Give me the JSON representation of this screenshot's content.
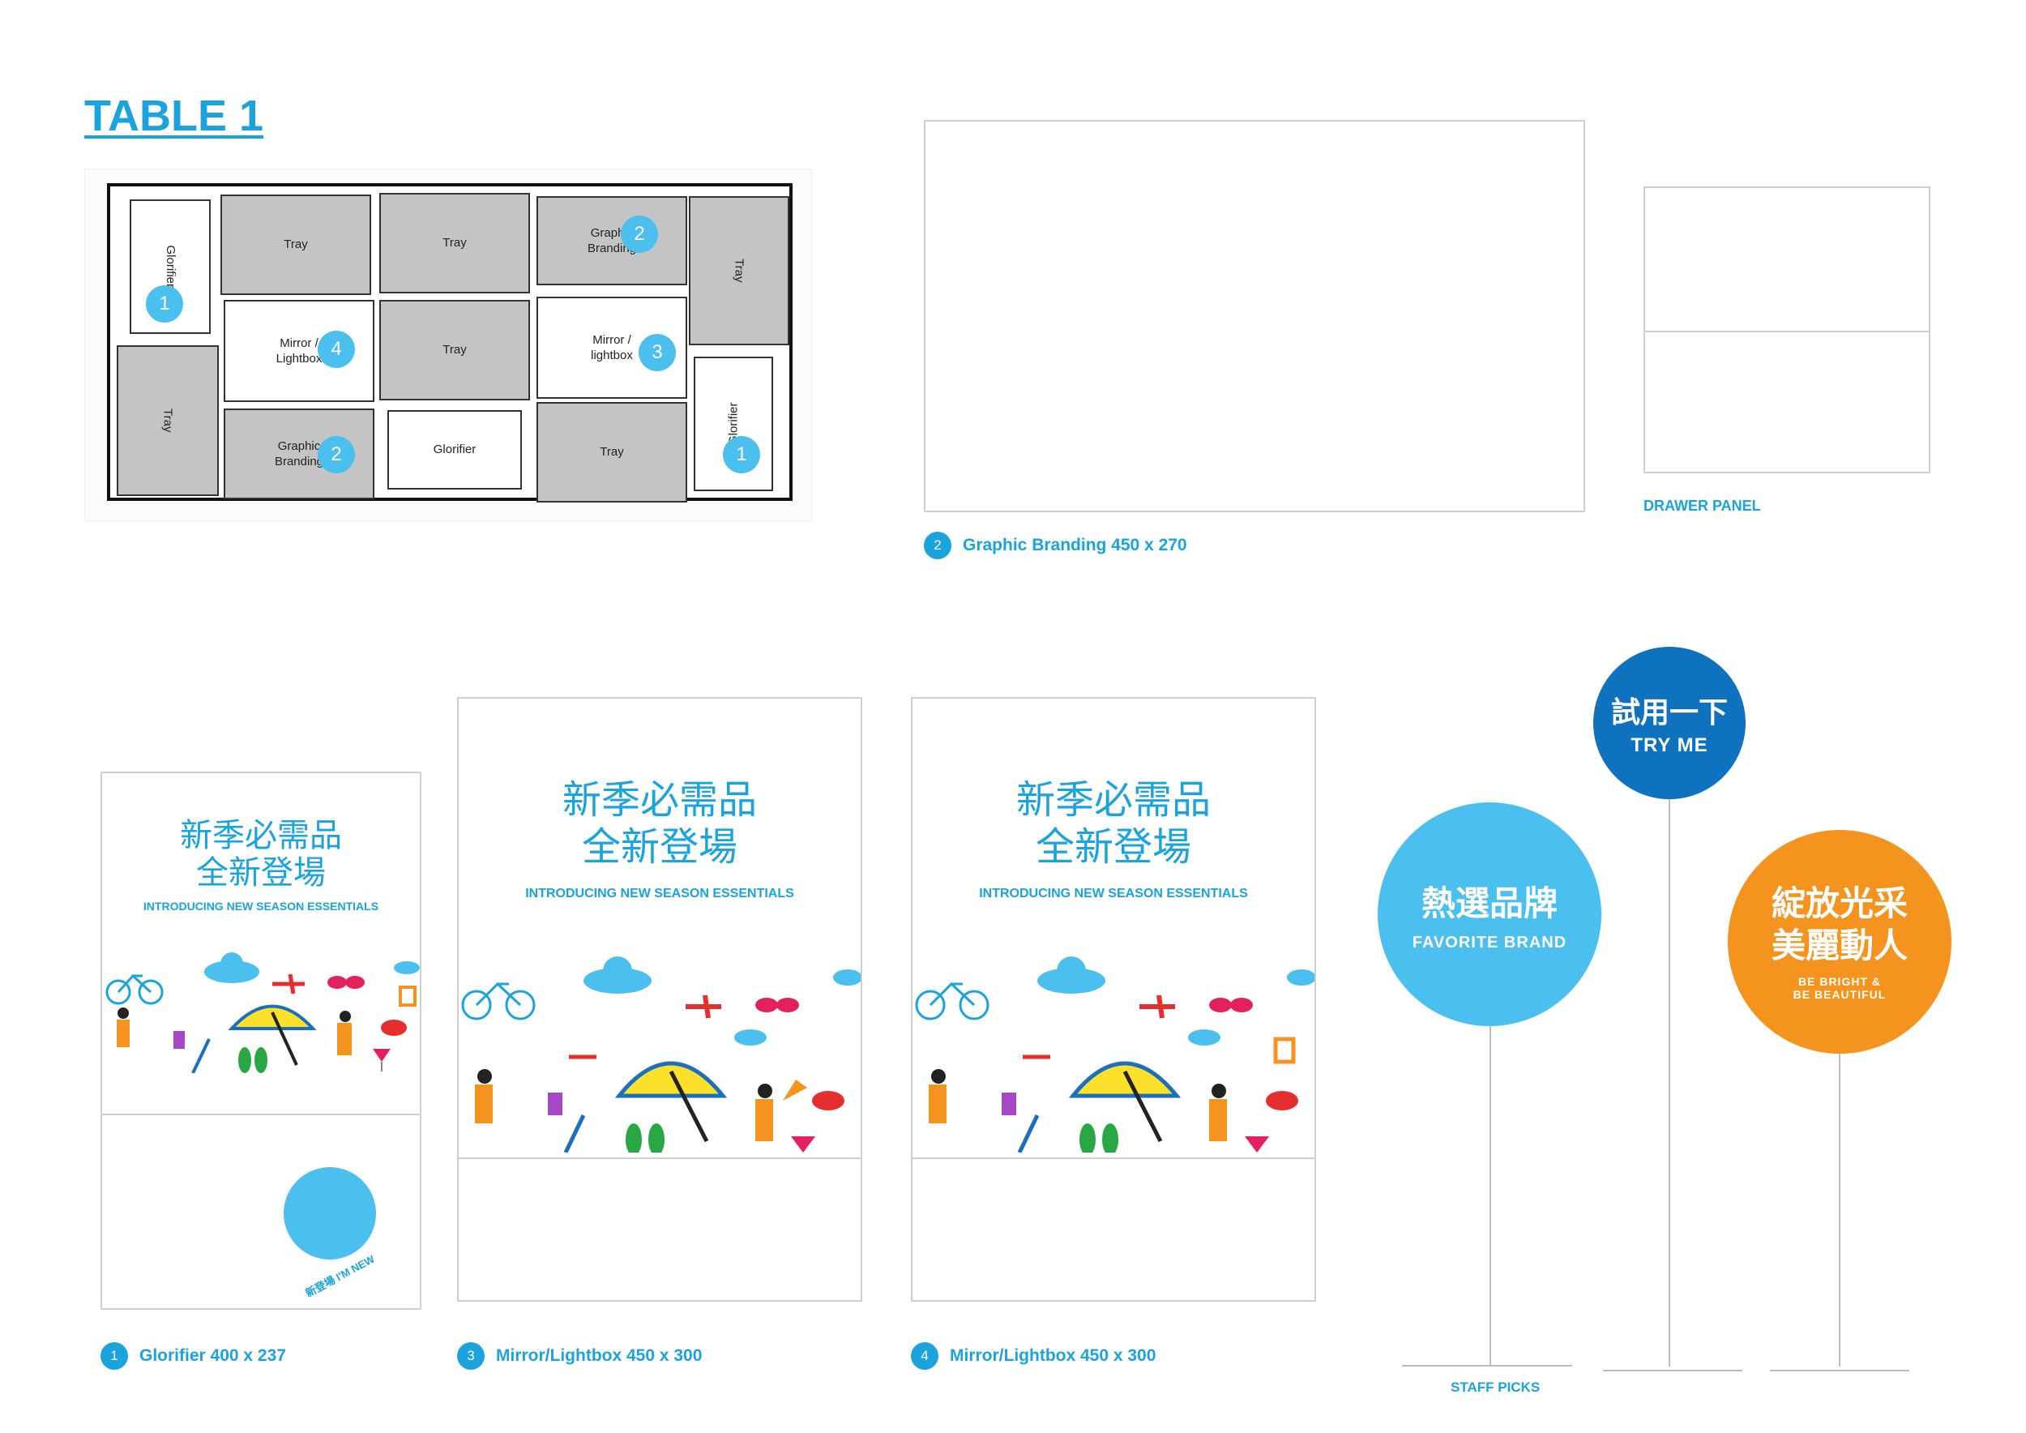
{
  "page": {
    "title": "TABLE 1"
  },
  "floor_plan": {
    "cells": [
      {
        "id": "c1",
        "label": "Glorifier"
      },
      {
        "id": "c2",
        "label": "Tray"
      },
      {
        "id": "c3",
        "label": "Tray"
      },
      {
        "id": "c4",
        "label": "Graphic Branding"
      },
      {
        "id": "c5",
        "label": "Tray"
      },
      {
        "id": "c6",
        "label": "Mirror / Lightbox"
      },
      {
        "id": "c7",
        "label": "Tray"
      },
      {
        "id": "c8",
        "label": "Mirror / lightbox"
      },
      {
        "id": "c9",
        "label": "Tray"
      },
      {
        "id": "c10",
        "label": "Graphic Branding"
      },
      {
        "id": "c11",
        "label": "Glorifier"
      },
      {
        "id": "c12",
        "label": "Tray"
      },
      {
        "id": "c13",
        "label": "Glorifier"
      }
    ],
    "pins": [
      "1",
      "2",
      "4",
      "3",
      "2",
      "1"
    ]
  },
  "graphic_branding": {
    "num": "2",
    "caption": "Graphic Branding 450 x 270"
  },
  "drawer_panel": {
    "label": "DRAWER PANEL"
  },
  "boards": {
    "title_line1": "新季必需品",
    "title_line2": "全新登場",
    "subtitle": "INTRODUCING NEW SEASON ESSENTIALS",
    "glorifier": {
      "num": "1",
      "caption": "Glorifier 400 x 237",
      "badge_text": "新登場 I'M NEW"
    },
    "mirror3": {
      "num": "3",
      "caption": "Mirror/Lightbox 450 x 300"
    },
    "mirror4": {
      "num": "4",
      "caption": "Mirror/Lightbox 450 x 300"
    }
  },
  "signs": {
    "favorite": {
      "zh": "熱選品牌",
      "en": "FAVORITE BRAND",
      "color": "#4bbfee"
    },
    "tryme": {
      "zh": "試用一下",
      "en": "TRY ME",
      "color": "#0f72bf"
    },
    "bright": {
      "zh1": "綻放光采",
      "zh2": "美麗動人",
      "en1": "BE BRIGHT &",
      "en2": "BE BEAUTIFUL",
      "color": "#f4941e"
    },
    "staff_picks": "STAFF PICKS"
  }
}
